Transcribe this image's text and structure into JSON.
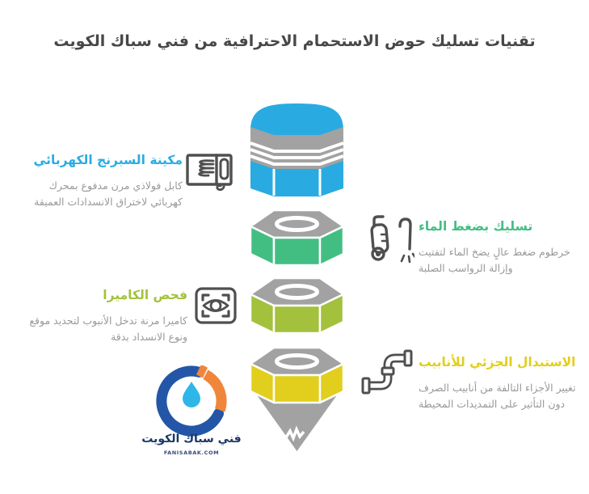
{
  "page": {
    "title": "تقنيات تسليك حوض الاستحمام الاحترافية من فني سباك الكويت",
    "title_color": "#474747",
    "background": "#ffffff"
  },
  "sections": [
    {
      "id": "electric-spring-machine",
      "side": "left",
      "title": "مكينة السبرنج الكهربائي",
      "description": "كابل فولاذي مرن مدفوع بمحرك كهربائي لاختراق الانسدادات العميقة",
      "color": "#29ABE2",
      "icon": "spring-machine-icon"
    },
    {
      "id": "water-pressure-jetting",
      "side": "right",
      "title": "تسليك بضغط الماء",
      "description": "خرطوم ضغط عالٍ يضخ الماء لتفتيت وإزالة الرواسب الصلبة",
      "color": "#43BE83",
      "icon": "pressure-washer-icon"
    },
    {
      "id": "camera-inspection",
      "side": "left",
      "title": "فحص الكاميرا",
      "description": "كاميرا مرنة تدخل الأنبوب لتحديد موقع ونوع الانسداد بدقة",
      "color": "#A3C13C",
      "icon": "camera-inspection-icon"
    },
    {
      "id": "partial-pipe-replacement",
      "side": "right",
      "title": "الاستبدال الجزئي للأنابيب",
      "description": "تغيير الأجزاء التالفة من أنابيب الصرف دون التأثير على التمديدات المحيطة",
      "color": "#E2CE1D",
      "icon": "pipe-icon"
    }
  ],
  "pencil": {
    "gray": "#A2A2A2",
    "stripe_color": "#FFFFFF",
    "segments": [
      "top-cap-blue",
      "nut-green",
      "nut-olive",
      "nut-yellow",
      "tip-cone-gray"
    ]
  },
  "icons": {
    "stroke_color": "#4F4F4F"
  },
  "logo": {
    "name": "فني سباك الكويت",
    "website": "FANISABAK.COM",
    "ring_blue": "#2456A8",
    "ring_orange": "#F0863B",
    "drop_color": "#2EB6E8",
    "text_color": "#1A3767"
  }
}
